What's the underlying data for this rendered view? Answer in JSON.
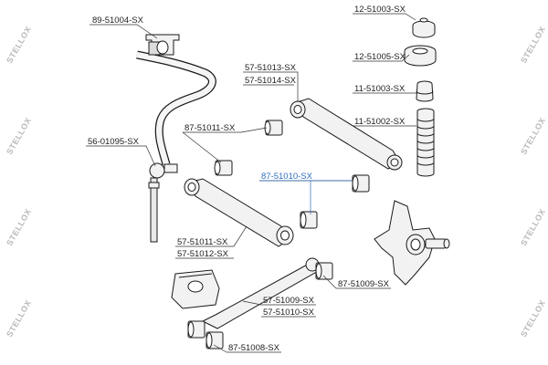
{
  "labels": {
    "p_89_51004": "89-51004-SX",
    "p_12_51003": "12-51003-SX",
    "p_12_51005": "12-51005-SX",
    "p_57_51013": "57-51013-SX",
    "p_57_51014": "57-51014-SX",
    "p_11_51003": "11-51003-SX",
    "p_87_51011": "87-51011-SX",
    "p_11_51002": "11-51002-SX",
    "p_56_01095": "56-01095-SX",
    "p_87_51010": "87-51010-SX",
    "p_57_51011": "57-51011-SX",
    "p_57_51012": "57-51012-SX",
    "p_87_51009": "87-51009-SX",
    "p_57_51009": "57-51009-SX",
    "p_57_51010": "57-51010-SX",
    "p_87_51008": "87-51008-SX"
  },
  "watermark": {
    "left": "STELLOX",
    "right": "STELLOX"
  },
  "colors": {
    "highlight": "#2f6fbf",
    "part_fill": "#f2f2f2",
    "part_stroke": "#1a1a1a",
    "leader": "#333333",
    "watermark": "#b9b9b9"
  }
}
